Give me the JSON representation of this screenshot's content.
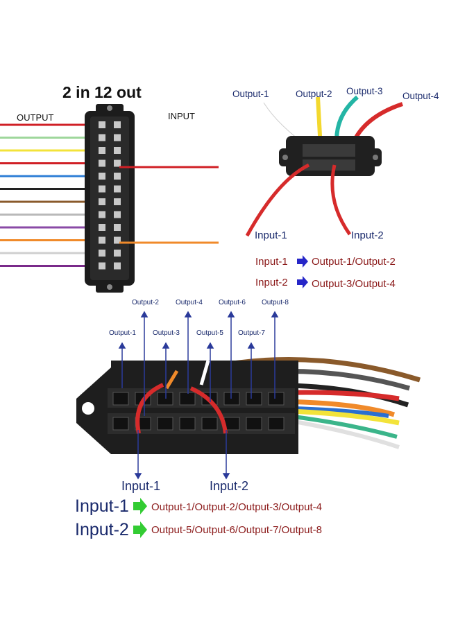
{
  "top_left": {
    "title": "2 in 12 out",
    "output_label": "OUTPUT",
    "input_label": "INPUT",
    "wire_colors": [
      "#d01f25",
      "#9ed79b",
      "#f3e33a",
      "#d01f25",
      "#2f7fd6",
      "#222222",
      "#8a5a2b",
      "#b9b9b9",
      "#8a4aa6",
      "#f08a2a",
      "#cfcfcf",
      "#7a2a8a"
    ]
  },
  "top_right": {
    "outputs": [
      "Output-1",
      "Output-2",
      "Output-3",
      "Output-4"
    ],
    "inputs": [
      "Input-1",
      "Input-2"
    ],
    "legend": [
      {
        "input": "Input-1",
        "outputs": "Output-1/Output-2"
      },
      {
        "input": "Input-2",
        "outputs": "Output-3/Output-4"
      }
    ],
    "arrow_color": "#2626c8"
  },
  "bottom": {
    "outputs_top": [
      "Output-2",
      "Output-4",
      "Output-6",
      "Output-8"
    ],
    "outputs_bottom": [
      "Output-1",
      "Output-3",
      "Output-5",
      "Output-7"
    ],
    "inputs": [
      "Input-1",
      "Input-2"
    ],
    "legend": [
      {
        "input": "Input-1",
        "outputs": "Output-1/Output-2/Output-3/Output-4"
      },
      {
        "input": "Input-2",
        "outputs": "Output-5/Output-6/Output-7/Output-8"
      }
    ],
    "arrow_color": "#33cc33"
  }
}
